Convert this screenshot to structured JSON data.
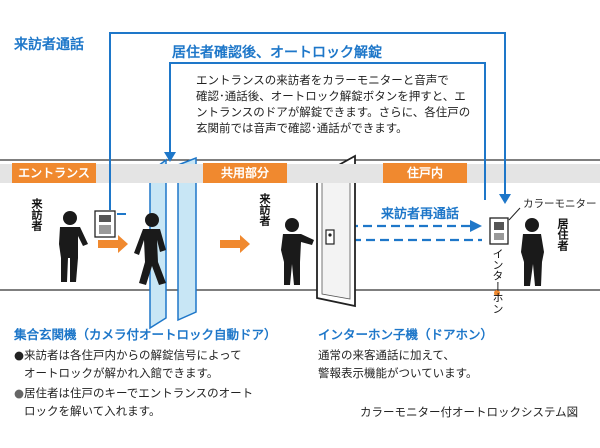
{
  "top_labels": {
    "visitor_call": "来訪者通話",
    "after_confirm": "居住者確認後、オートロック解錠",
    "recall": "来訪者再通話"
  },
  "description_lines": [
    "エントランスの来訪者をカラーモニターと音声で",
    "確認･通話後、オートロック解錠ボタンを押すと、エ",
    "ントランスのドアが解錠できます。さらに、各住戸の",
    "玄関前では音声で確認･通話ができます。"
  ],
  "zones": {
    "entrance": "エントランス",
    "common": "共用部分",
    "dwelling": "住戸内"
  },
  "people": {
    "visitor1": "来訪者",
    "visitor2": "来訪者",
    "resident": "居住者"
  },
  "devices": {
    "color_monitor": "カラーモニター",
    "intercom": "インターホン"
  },
  "captions": {
    "entrance_door": {
      "title": "集合玄関機（カメラ付オートロック自動ドア）",
      "bullets": [
        [
          "来訪者は各住戸内からの解錠信号によって",
          "オートロックが解かれ入館できます。"
        ],
        [
          "居住者は住戸のキーでエントランスのオート",
          "ロックを解いて入れます。"
        ]
      ]
    },
    "door_phone": {
      "title": "インターホン子機（ドアホン）",
      "lines": [
        "通常の来客通話に加えて、",
        "警報表示機能がついています。"
      ]
    },
    "figure_title": "カラーモニター付オートロックシステム図"
  },
  "colors": {
    "accent_blue": "#1e77c9",
    "accent_orange": "#f0892f",
    "band_gray": "#e4e4e4"
  }
}
